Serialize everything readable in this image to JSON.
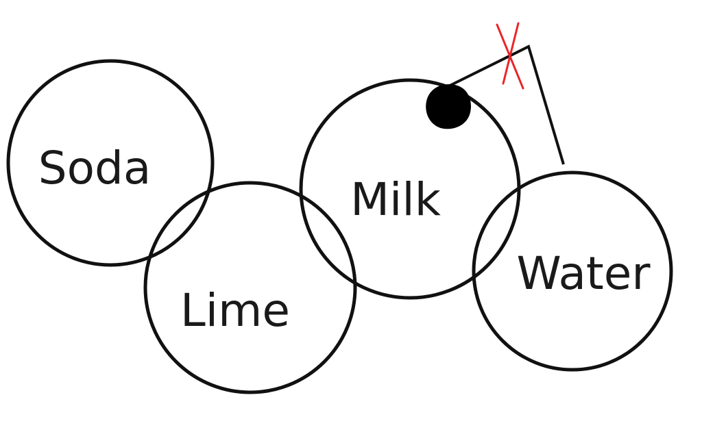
{
  "colors": {
    "stroke": "#111111",
    "text": "#1a1a1a",
    "marker": "#000000",
    "cross": "#e8262a",
    "background": "#ffffff"
  },
  "circles": [
    {
      "label": "Soda"
    },
    {
      "label": "Lime"
    },
    {
      "label": "Milk"
    },
    {
      "label": "Water"
    }
  ],
  "marker": {
    "icon": "filled-dot-icon"
  },
  "connector": {
    "icon": "bracket-line",
    "blocked_mark": "cross-icon"
  }
}
